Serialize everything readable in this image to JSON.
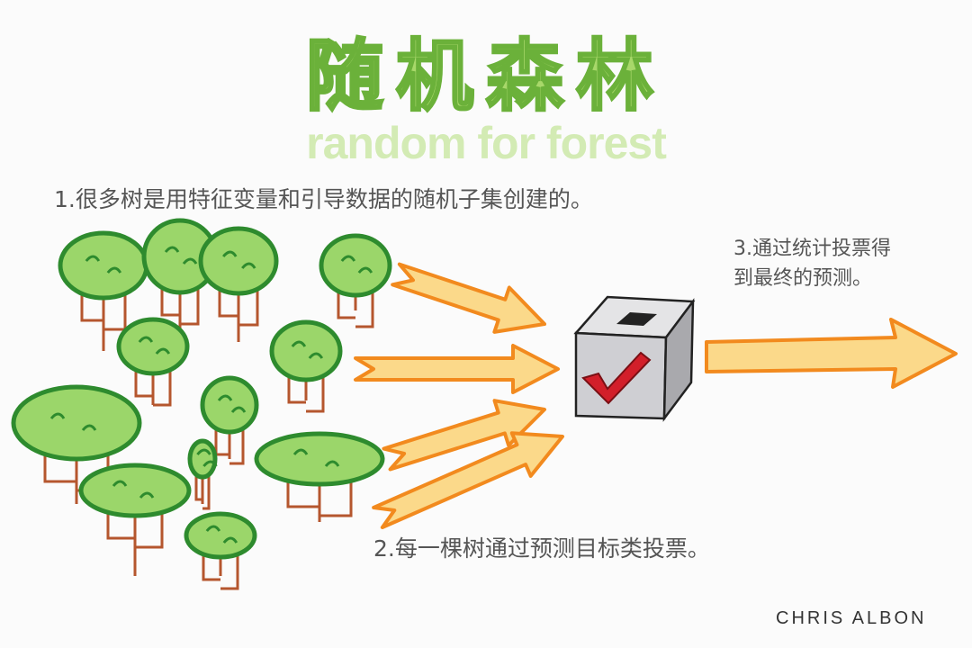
{
  "title": "随机森林",
  "subtitle": "random for forest",
  "steps": {
    "step1": "1.很多树是用特征变量和引导数据的随机子集创建的。",
    "step2": "2.每一棵树通过预测目标类投票。",
    "step3_line1": "3.通过统计投票得",
    "step3_line2": "到最终的预测。"
  },
  "signature": "CHRIS ALBON",
  "colors": {
    "tree_fill": "#9bd66a",
    "tree_outline": "#2e8b2e",
    "trunk": "#b5562e",
    "arrow_fill": "#fbd98a",
    "arrow_outline": "#f28a1e",
    "box": "#cfcfd3",
    "check": "#d21f2a"
  }
}
